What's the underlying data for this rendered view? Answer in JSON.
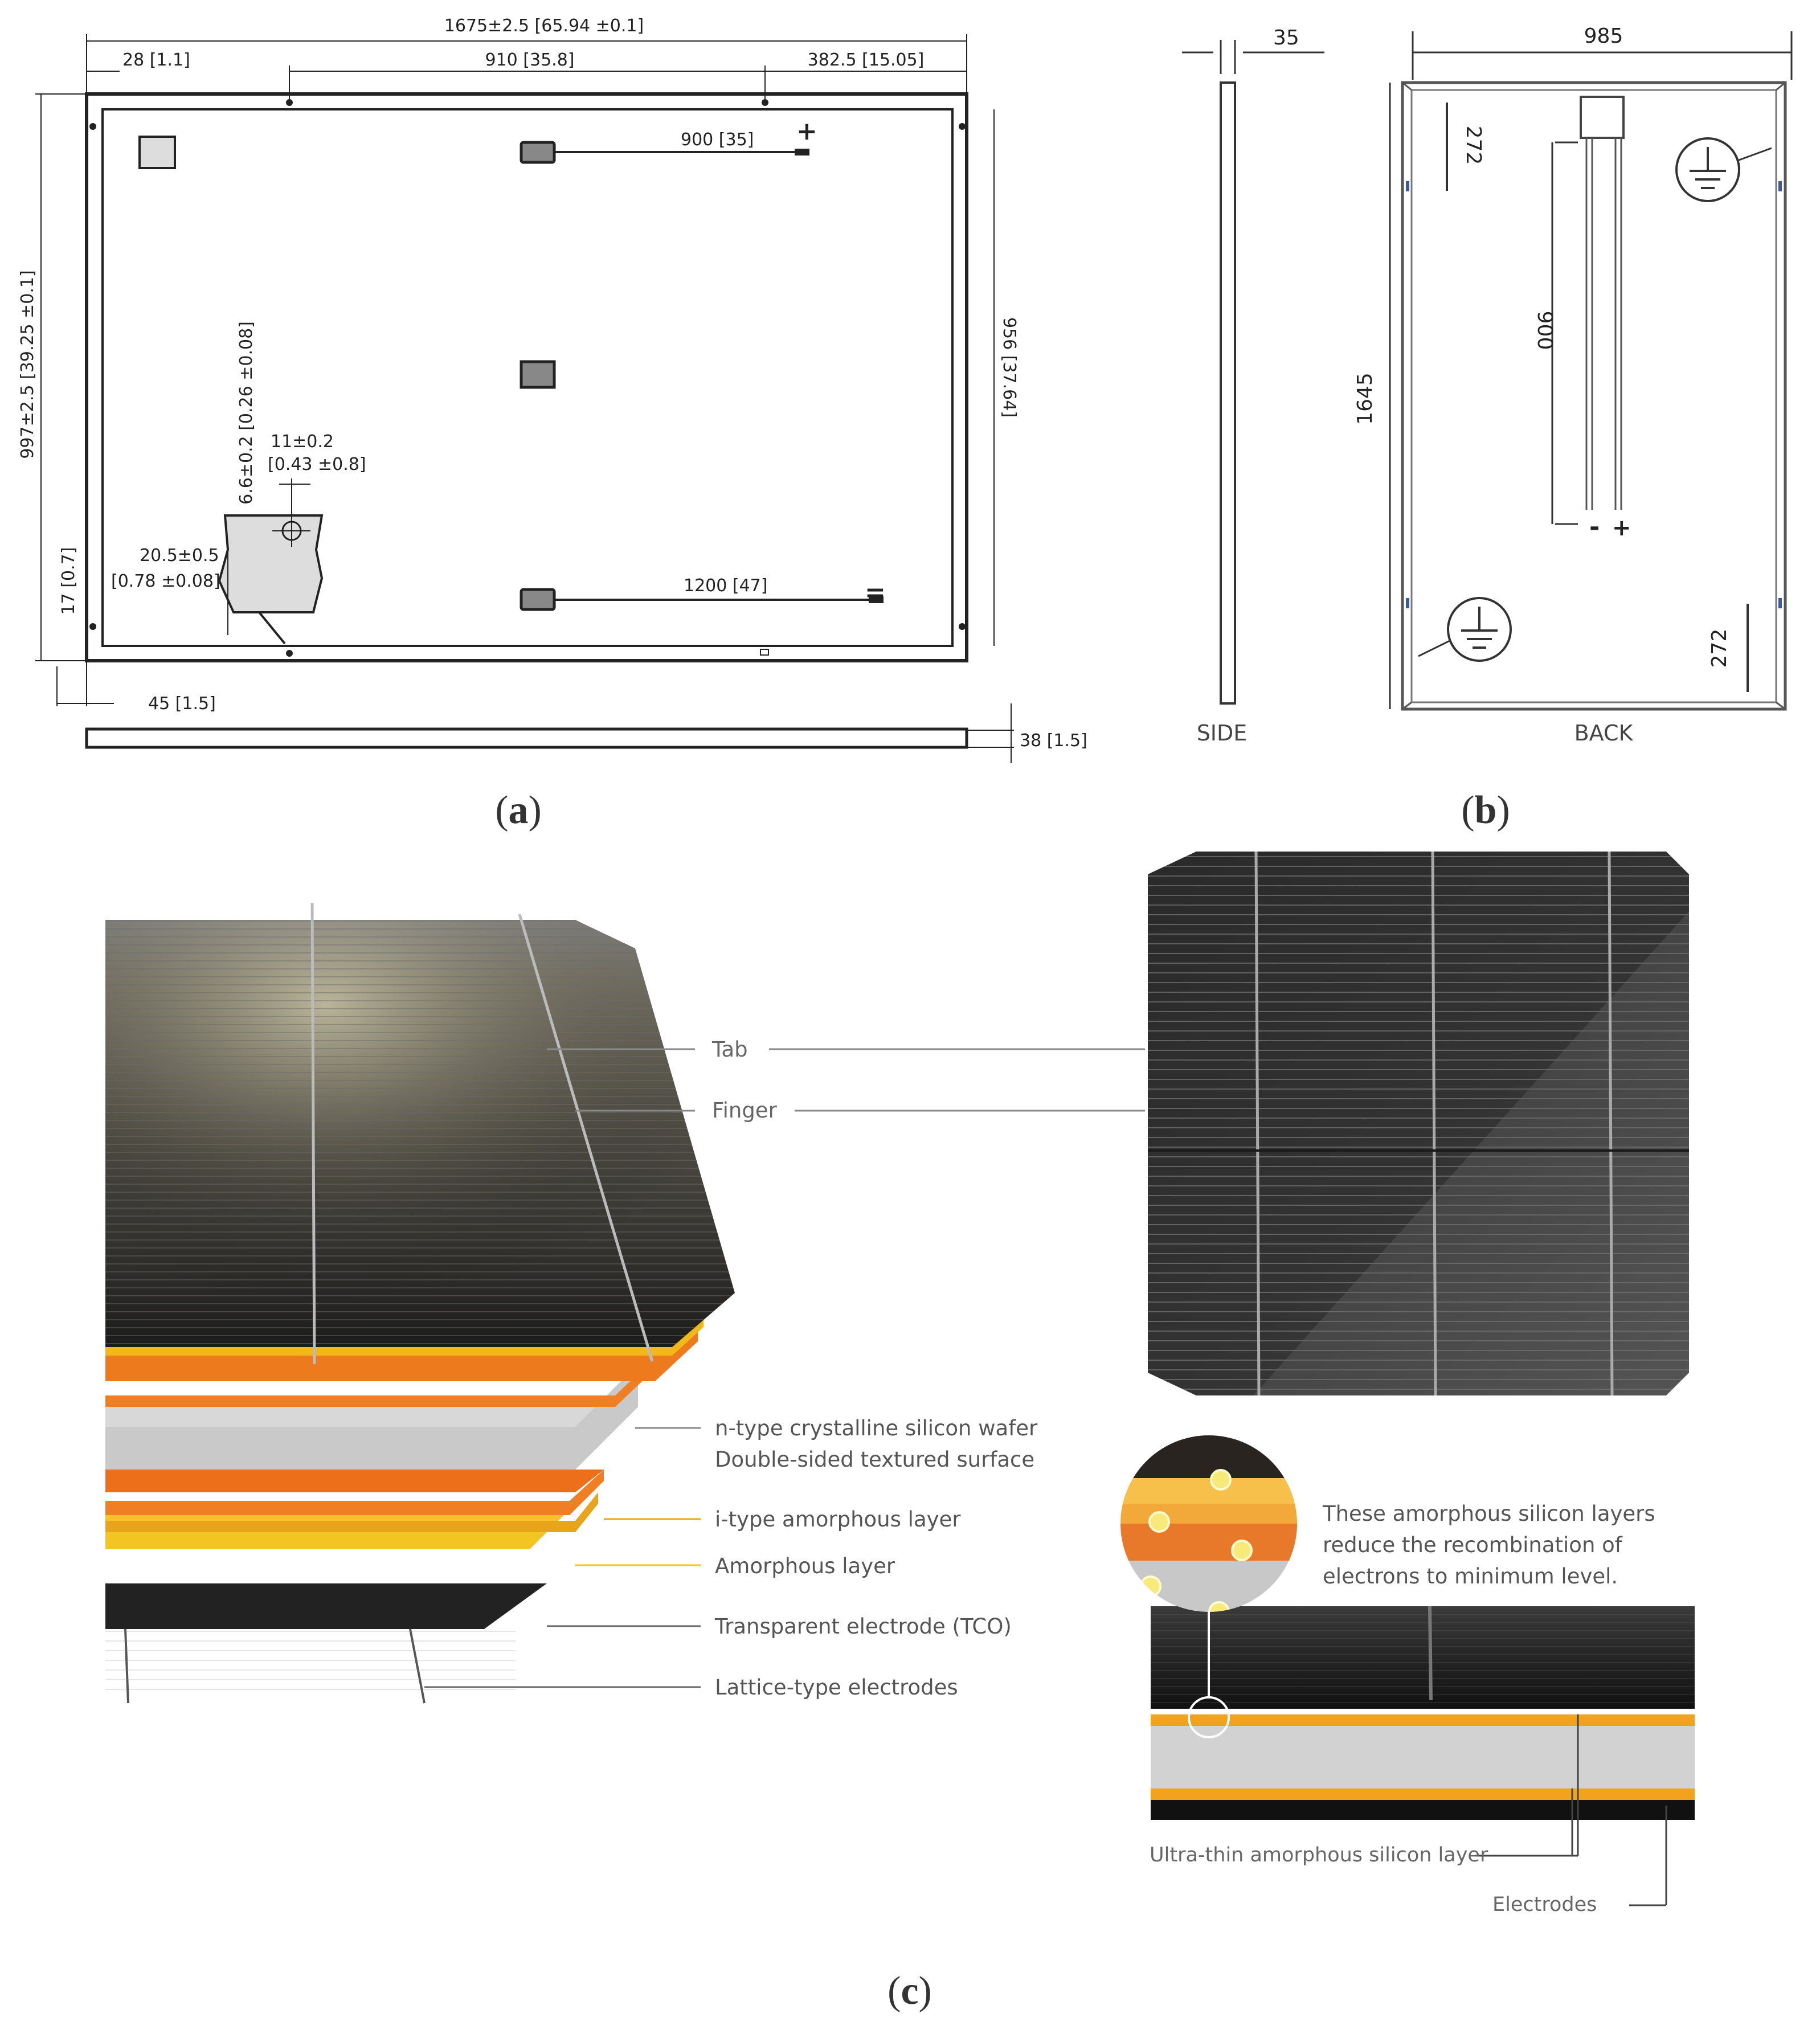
{
  "panel_labels": {
    "a": "a",
    "b": "b",
    "c": "c"
  },
  "panel_a": {
    "overall_width": "1675±2.5 [65.94 ±0.1]",
    "corner_offset": "28 [1.1]",
    "hole_spacing": "910 [35.8]",
    "hole_edge": "382.5 [15.05]",
    "overall_height": "997±2.5 [39.25 ±0.1]",
    "inner_height": "956 [37.64]",
    "cable_plus": "900 [35]",
    "cable_minus": "1200 [47]",
    "plus_sign": "+",
    "minus_sign": "=",
    "slot_height": "6.6±0.2 [0.26 ±0.08]",
    "slot_width_1": "11±0.2",
    "slot_width_2": "[0.43 ±0.8]",
    "slot_depth_1": "20.5±0.5",
    "slot_depth_2": "[0.78 ±0.08]",
    "bottom_offset": "17 [0.7]",
    "corner_width": "45 [1.5]",
    "frame_thickness": "38 [1.5]"
  },
  "panel_b": {
    "side_thickness": "35",
    "back_width": "985",
    "back_height": "1645",
    "top_ground": "272",
    "bottom_ground": "272",
    "cable_length": "900",
    "side_label": "SIDE",
    "back_label": "BACK",
    "minus_sign": "-",
    "plus_sign": "+"
  },
  "panel_c": {
    "tab": "Tab",
    "finger": "Finger",
    "wafer_1": "n-type crystalline silicon wafer",
    "wafer_2": "Double-sided textured surface",
    "i_type": "i-type amorphous layer",
    "amorphous": "Amorphous layer",
    "tco": "Transparent electrode (TCO)",
    "lattice": "Lattice-type electrodes",
    "note_1": "These amorphous silicon layers",
    "note_2": "reduce the recombination of",
    "note_3": "electrons to minimum level.",
    "ultra_thin": "Ultra-thin amorphous silicon layer",
    "electrodes": "Electrodes"
  }
}
